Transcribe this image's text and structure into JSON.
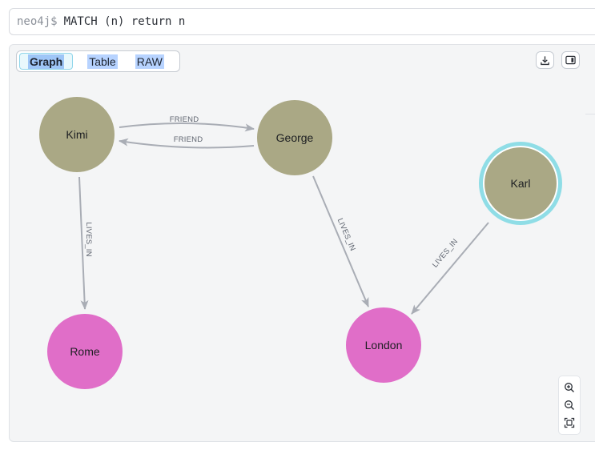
{
  "query": {
    "prompt": "neo4j$",
    "text": "MATCH (n) return n"
  },
  "view_tabs": [
    {
      "label": "Graph",
      "active": true
    },
    {
      "label": "Table",
      "active": false
    },
    {
      "label": "RAW",
      "active": false
    }
  ],
  "toolbar": {
    "download_icon": "download-icon",
    "panel_icon": "side-panel-icon"
  },
  "graph": {
    "nodes": [
      {
        "id": "kimi",
        "label": "Kimi",
        "type": "Person",
        "color": "#aaa885",
        "selected": false
      },
      {
        "id": "george",
        "label": "George",
        "type": "Person",
        "color": "#aaa885",
        "selected": false
      },
      {
        "id": "karl",
        "label": "Karl",
        "type": "Person",
        "color": "#aaa885",
        "selected": true
      },
      {
        "id": "rome",
        "label": "Rome",
        "type": "City",
        "color": "#e06ec8",
        "selected": false
      },
      {
        "id": "london",
        "label": "London",
        "type": "City",
        "color": "#e06ec8",
        "selected": false
      }
    ],
    "relationships": [
      {
        "from": "kimi",
        "to": "george",
        "type": "FRIEND"
      },
      {
        "from": "george",
        "to": "kimi",
        "type": "FRIEND"
      },
      {
        "from": "kimi",
        "to": "rome",
        "type": "LIVES_IN"
      },
      {
        "from": "george",
        "to": "london",
        "type": "LIVES_IN"
      },
      {
        "from": "karl",
        "to": "london",
        "type": "LIVES_IN"
      }
    ],
    "selection_color": "#8fdde6",
    "edge_color": "#a9adb5"
  },
  "zoom_controls": [
    "zoom-in-icon",
    "zoom-out-icon",
    "fit-view-icon"
  ]
}
